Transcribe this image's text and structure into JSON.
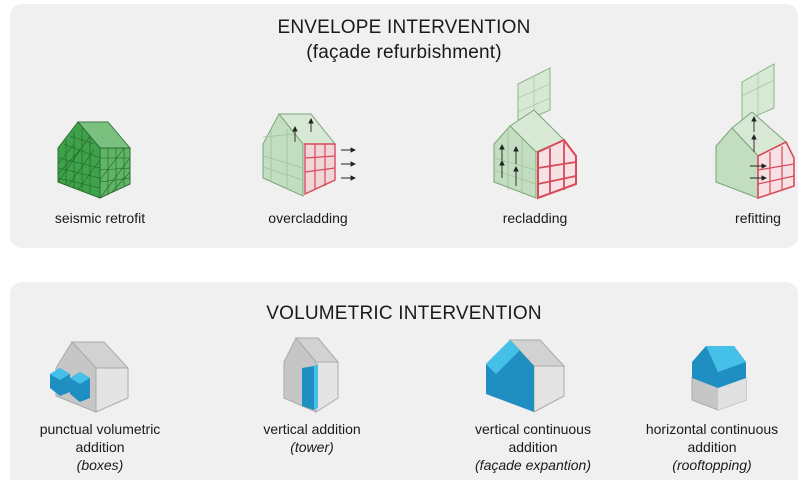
{
  "envelope": {
    "title": "ENVELOPE INTERVENTION",
    "subtitle": "(façade refurbishment)",
    "items": [
      {
        "label": "seismic retrofit"
      },
      {
        "label": "overcladding"
      },
      {
        "label": "recladding"
      },
      {
        "label": "refitting"
      }
    ]
  },
  "volumetric": {
    "title": "VOLUMETRIC INTERVENTION",
    "items": [
      {
        "line1": "punctual volumetric",
        "line2": "addition",
        "note": "(boxes)"
      },
      {
        "line1": "vertical addition",
        "line2": "",
        "note": "(tower)"
      },
      {
        "line1": "vertical continuous",
        "line2": "addition",
        "note": "(façade expantion)"
      },
      {
        "line1": "horizontal continuous",
        "line2": "addition",
        "note": "(rooftopping)"
      }
    ]
  },
  "colors": {
    "panel_bg": "#f0f0f0",
    "green_mesh": "#2f9a3c",
    "pale_green": "#cfe4cc",
    "red_frame": "#d84a5a",
    "accent_blue": "#2aa9d6",
    "grey_building": "#c8c8c8"
  }
}
